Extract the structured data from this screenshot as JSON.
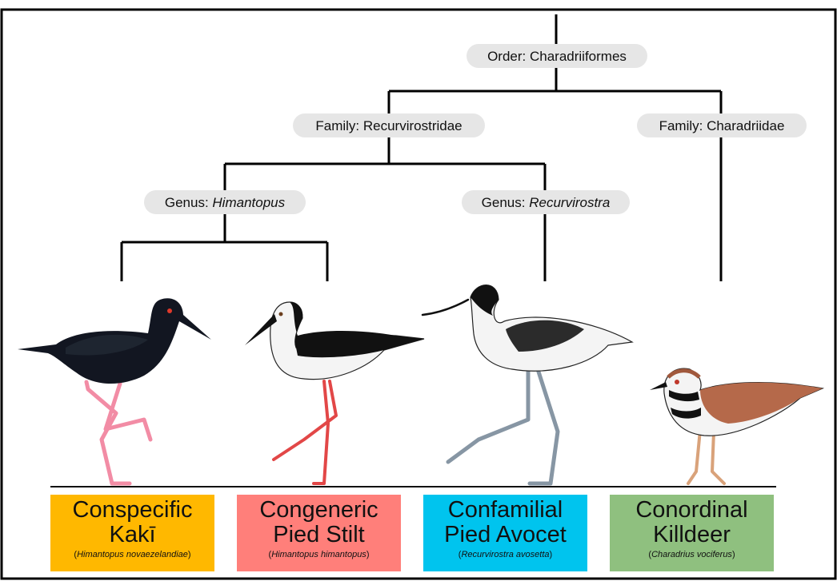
{
  "colors": {
    "conspecific": "#FFB800",
    "congeneric": "#FF7F7A",
    "confamilial": "#00C4EE",
    "conordinal": "#8FC07F",
    "label_bg": "#E6E6E6"
  },
  "tree": {
    "order": {
      "prefix": "Order:",
      "name": "Charadriiformes"
    },
    "family_recurvirostridae": {
      "prefix": "Family:",
      "name": "Recurvirostridae"
    },
    "family_charadriidae": {
      "prefix": "Family:",
      "name": "Charadriidae"
    },
    "genus_himantopus": {
      "prefix": "Genus:",
      "name": "Himantopus"
    },
    "genus_recurvirostra": {
      "prefix": "Genus:",
      "name": "Recurvirostra"
    }
  },
  "birds": [
    {
      "relation": "Conspecific",
      "common": "Kakī",
      "scientific": "Himantopus novaezelandiae",
      "icon": "black-stilt-icon"
    },
    {
      "relation": "Congeneric",
      "common": "Pied Stilt",
      "scientific": "Himantopus himantopus",
      "icon": "pied-stilt-icon"
    },
    {
      "relation": "Confamilial",
      "common": "Pied Avocet",
      "scientific": "Recurvirostra avosetta",
      "icon": "pied-avocet-icon"
    },
    {
      "relation": "Conordinal",
      "common": "Killdeer",
      "scientific": "Charadrius vociferus",
      "icon": "killdeer-icon"
    }
  ]
}
